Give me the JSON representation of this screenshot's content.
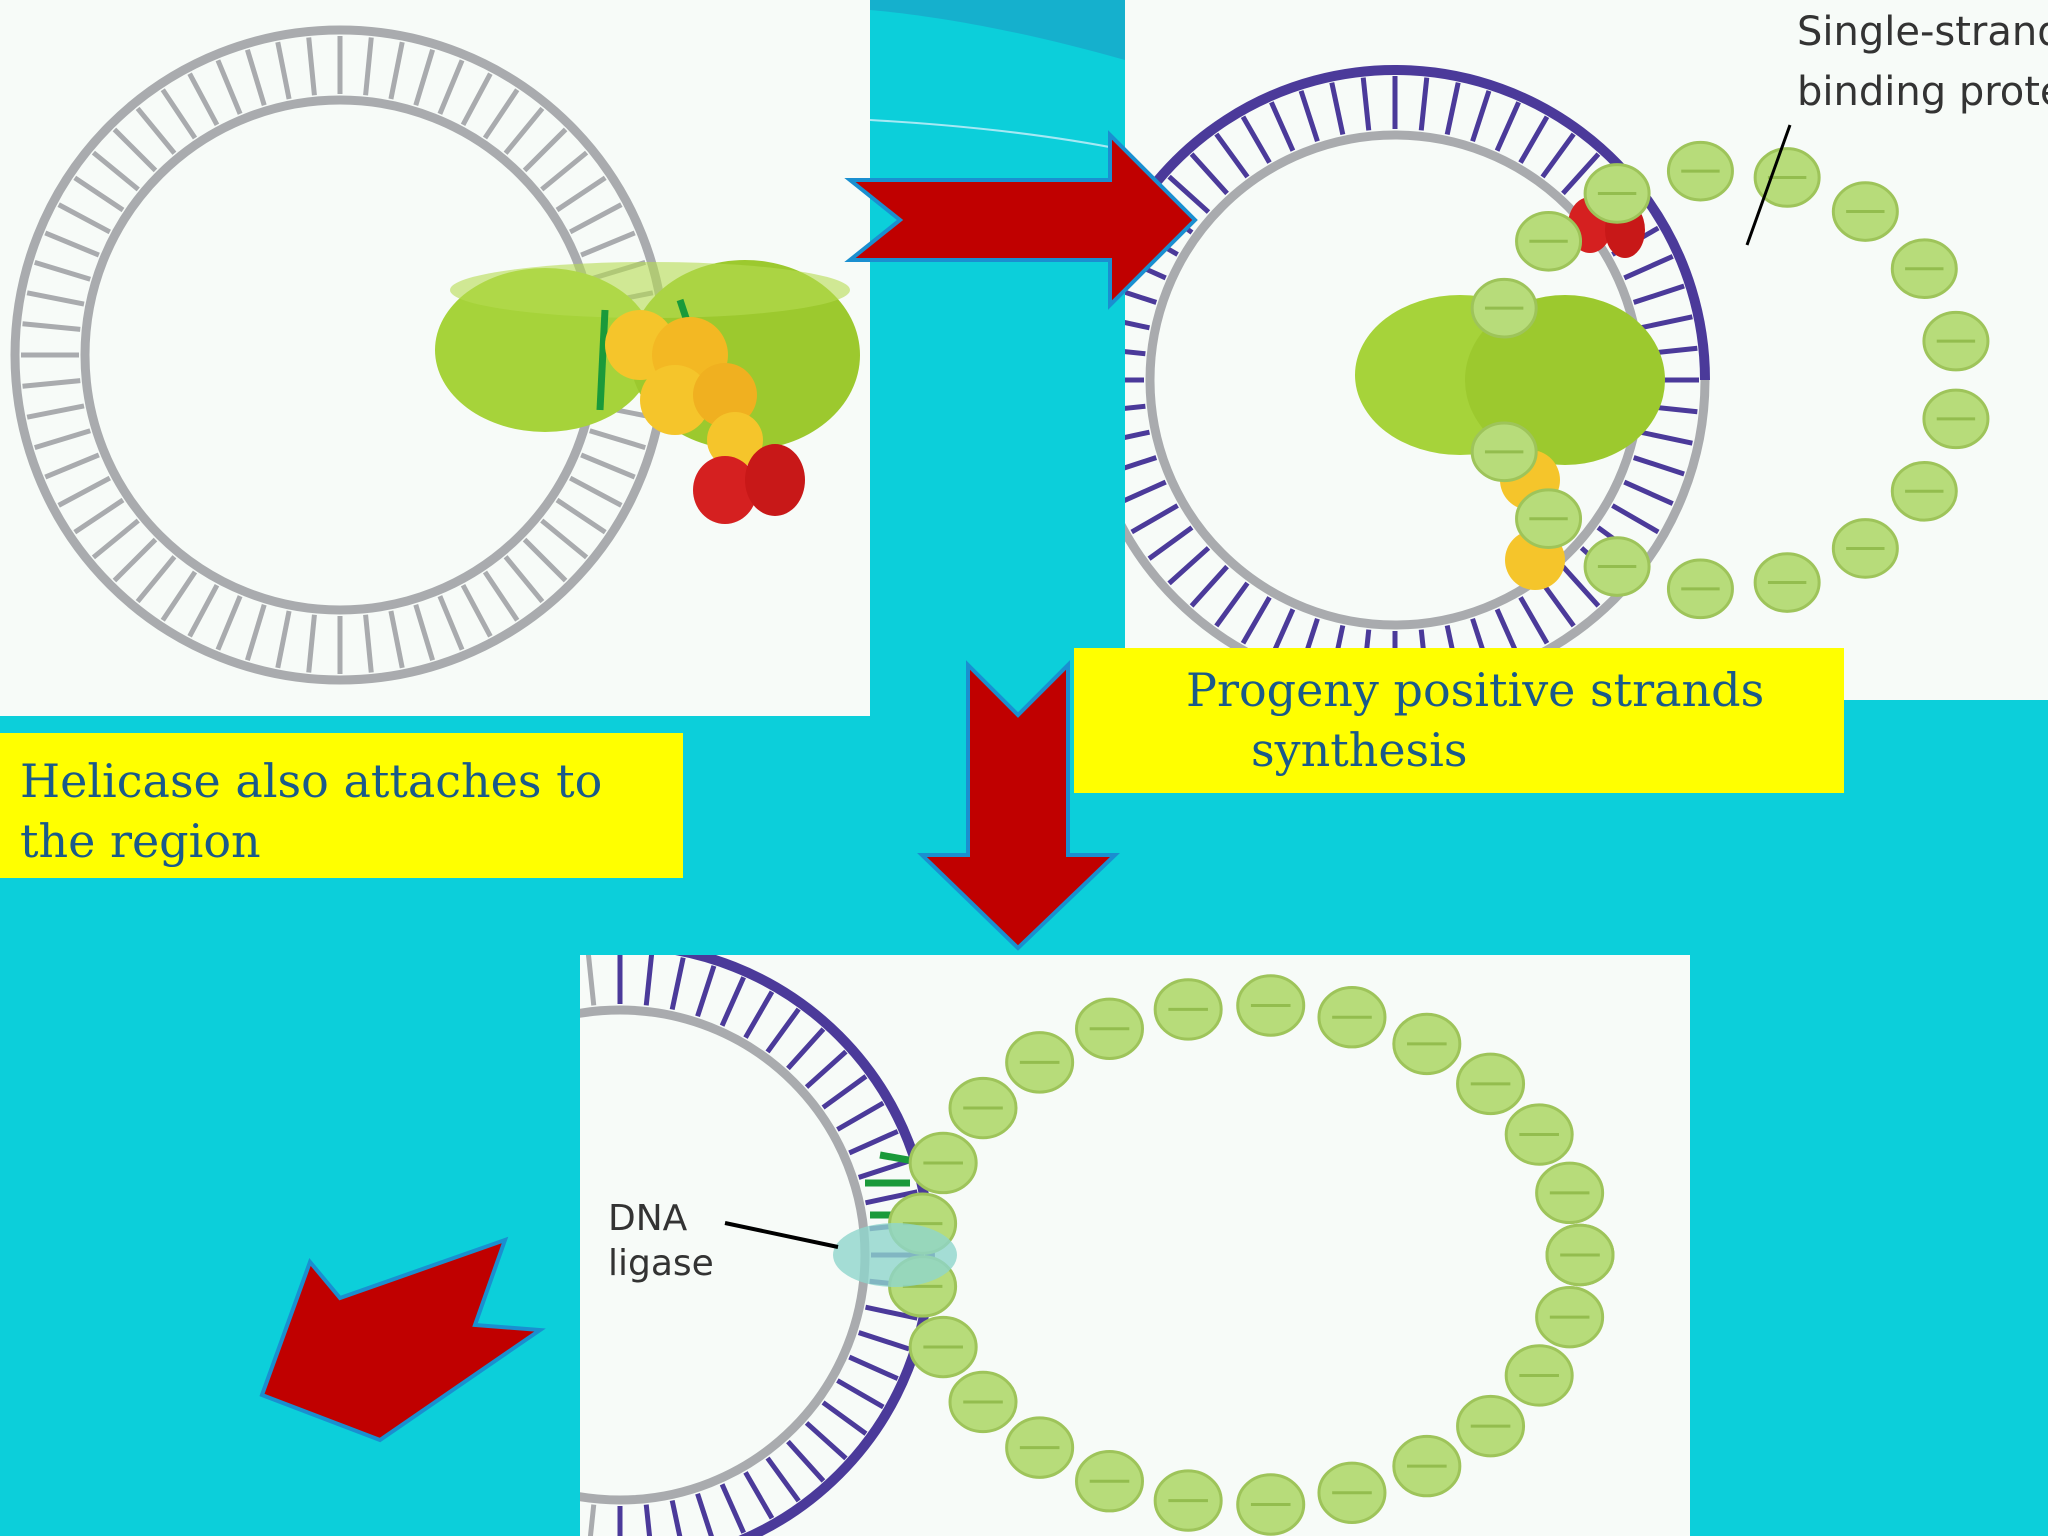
{
  "captions": {
    "helicase": "Helicase also attaches to the region",
    "progeny_line1": "Progeny positive strands",
    "progeny_line2": "synthesis"
  },
  "labels": {
    "ssb_line1": "Single-strand",
    "ssb_line2": "binding protein",
    "ligase_line1": "DNA",
    "ligase_line2": "ligase"
  },
  "colors": {
    "background": "#0ccfda",
    "caption_bg": "#ffff00",
    "caption_text": "#1a5a8a",
    "arrow": "#c00000",
    "arrow_outline": "#1a8fd0",
    "dna_grey": "#a9abae",
    "dna_purple": "#4b3a9a",
    "protein_green": "#a6d33a",
    "helicase_yellow": "#f5c52b",
    "red_protein": "#d52020",
    "ssb_green": "#b7dc7a"
  }
}
